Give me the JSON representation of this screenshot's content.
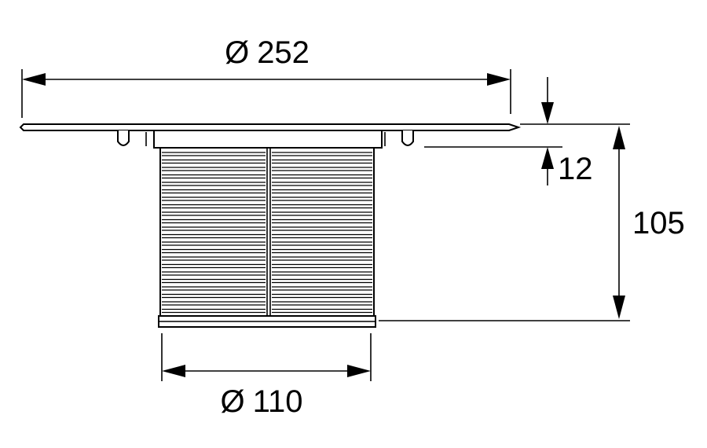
{
  "dimensions": {
    "top_diameter": {
      "symbol": "Ø",
      "value": "252"
    },
    "bottom_diameter": {
      "symbol": "Ø",
      "value": "110"
    },
    "flange_thickness": {
      "value": "12"
    },
    "total_height": {
      "value": "105"
    }
  },
  "colors": {
    "line": "#000000",
    "background": "#ffffff"
  },
  "icons": {
    "diameter": "diameter-symbol-icon"
  }
}
